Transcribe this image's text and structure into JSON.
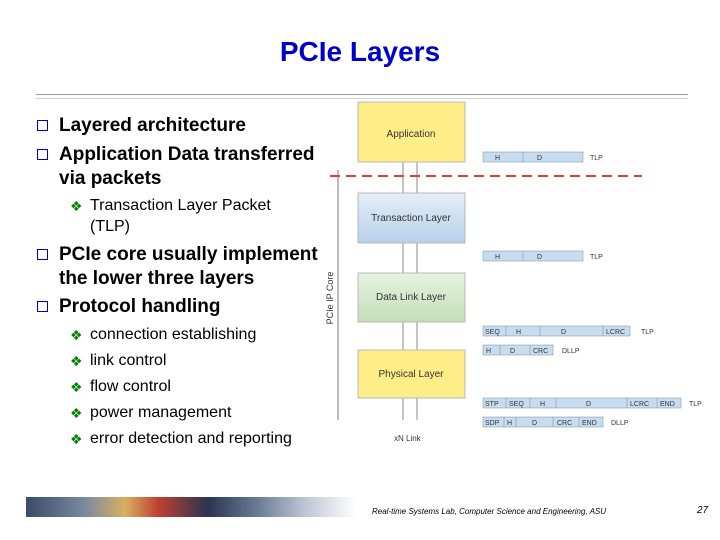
{
  "title": "PCIe Layers",
  "bullets": [
    {
      "text_lines": [
        "Layered architecture"
      ]
    },
    {
      "text_lines": [
        "Application Data transferred",
        "via packets"
      ]
    },
    {
      "text_lines": [
        "PCIe core usually implement",
        "the lower three layers"
      ]
    },
    {
      "text_lines": [
        "Protocol handling"
      ]
    }
  ],
  "sub_bullets_tlp": [
    "Transaction Layer Packet",
    "(TLP)"
  ],
  "sub_bullets_protocol": [
    "connection establishing",
    "link control",
    "flow control",
    "power management",
    "error detection and reporting"
  ],
  "diagram": {
    "layers": [
      "Application",
      "Transaction Layer",
      "Data Link Layer",
      "Physical Layer"
    ],
    "core_label": "PCIe IP Core",
    "link_label": "xN Link",
    "packets": {
      "app": [
        "H",
        "D",
        "TLP"
      ],
      "transaction": [
        "H",
        "D",
        "TLP"
      ],
      "datalink_tlp": [
        "SEQ",
        "H",
        "D",
        "LCRC",
        "TLP"
      ],
      "datalink_dllp": [
        "H",
        "D",
        "CRC",
        "DLLP"
      ],
      "physical_tlp": [
        "STP",
        "SEQ",
        "H",
        "D",
        "LCRC",
        "END",
        "TLP"
      ],
      "physical_dllp": [
        "SDP",
        "H",
        "D",
        "CRC",
        "END",
        "DLLP"
      ]
    },
    "colors": {
      "layer_fill": "#ffee88",
      "layer_blue": "#c8dcf0",
      "packet_fill": "#c8dcf0",
      "dash": "#e04030"
    }
  },
  "footer": "Real-time Systems Lab, Computer Science and Engineering, ASU",
  "page_number": "27"
}
